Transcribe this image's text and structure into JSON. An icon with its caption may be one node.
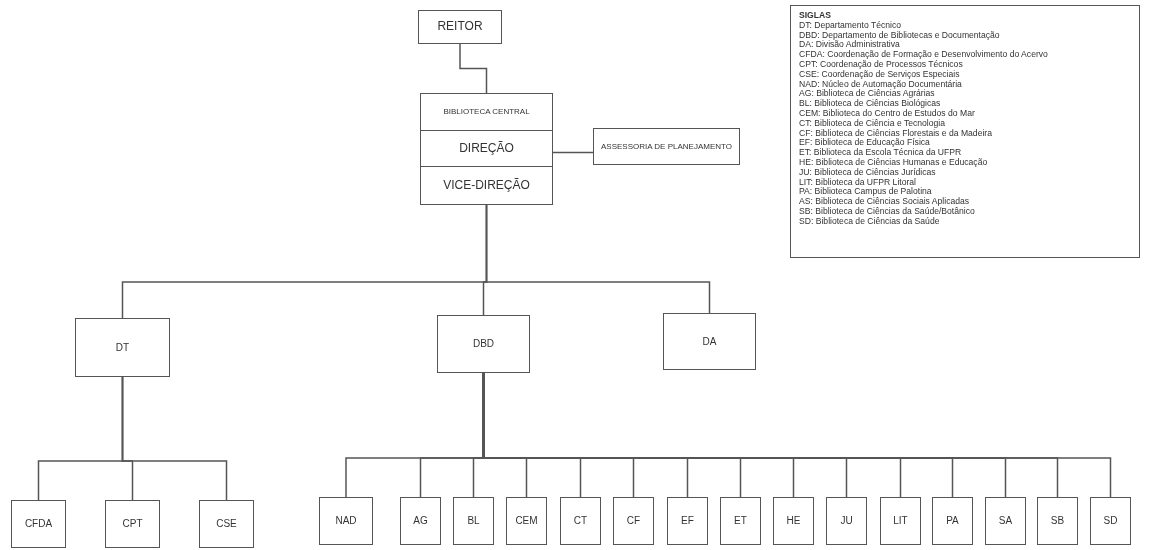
{
  "diagram": {
    "nodes": [
      {
        "text": [
          "REITOR"
        ]
      },
      {
        "text": [
          "BIBLIOTECA CENTRAL"
        ]
      },
      {
        "text": [
          "DIREÇÃO"
        ]
      },
      {
        "text": [
          "VICE-DIREÇÃO"
        ]
      },
      {
        "text": [
          "ASSESSORIA DE PLANEJAMENTO"
        ]
      },
      {
        "text": [
          "DT"
        ]
      },
      {
        "text": [
          "DBD"
        ]
      },
      {
        "text": [
          "DA"
        ]
      },
      {
        "text": [
          "CFDA"
        ]
      },
      {
        "text": [
          "CPT"
        ]
      },
      {
        "text": [
          "CSE"
        ]
      },
      {
        "text": [
          "NAD"
        ]
      },
      {
        "text": [
          "AG"
        ]
      },
      {
        "text": [
          "BL"
        ]
      },
      {
        "text": [
          "CEM"
        ]
      },
      {
        "text": [
          "CT"
        ]
      },
      {
        "text": [
          "CF"
        ]
      },
      {
        "text": [
          "EF"
        ]
      },
      {
        "text": [
          "ET"
        ]
      },
      {
        "text": [
          "HE"
        ]
      },
      {
        "text": [
          "JU"
        ]
      },
      {
        "text": [
          "LIT"
        ]
      },
      {
        "text": [
          "PA"
        ]
      },
      {
        "text": [
          "SA"
        ]
      },
      {
        "text": [
          "SB"
        ]
      },
      {
        "text": [
          "SD"
        ]
      },
      {
        "text": [
          "SIGLAS",
          "DT: Departamento Técnico",
          "DBD: Departamento de Bibliotecas e Documentação",
          "DA: Divisão Administrativa",
          "CFDA: Coordenação de Formação e Desenvolvimento do Acervo",
          "CPT: Coordenação de Processos Técnicos",
          "CSE: Coordenação de Serviços Especiais",
          "NAD: Núcleo de Automação Documentária",
          "AG: Biblioteca de Ciências Agrárias",
          "BL: Biblioteca de Ciências Biológicas",
          "CEM: Biblioteca do Centro de Estudos do Mar",
          "CT: Biblioteca de Ciência e Tecnologia",
          "CF: Biblioteca de Ciências Florestais e da Madeira",
          "EF: Biblioteca de Educação Física",
          "ET: Biblioteca da Escola Técnica da UFPR",
          "HE: Biblioteca de Ciências Humanas e Educação",
          "JU: Biblioteca de Ciências Jurídicas",
          "LIT: Biblioteca da UFPR Litoral",
          "PA: Biblioteca Campus de Palotina",
          "AS: Biblioteca de Ciências Sociais Aplicadas",
          "SB: Biblioteca de Ciências da Saúde/Botânico",
          "SD: Biblioteca de Ciências da Saúde"
        ]
      }
    ],
    "edges": [
      {
        "from": 0,
        "to": 1,
        "arrow": "none"
      },
      {
        "from": 2,
        "to": 4,
        "arrow": "none"
      },
      {
        "from": 3,
        "to": 5,
        "arrow": "none"
      },
      {
        "from": 3,
        "to": 6,
        "arrow": "none"
      },
      {
        "from": 3,
        "to": 7,
        "arrow": "none"
      },
      {
        "from": 5,
        "to": 8,
        "arrow": "none"
      },
      {
        "from": 5,
        "to": 9,
        "arrow": "none"
      },
      {
        "from": 5,
        "to": 10,
        "arrow": "none"
      },
      {
        "from": 6,
        "to": 11,
        "arrow": "none"
      },
      {
        "from": 6,
        "to": 12,
        "arrow": "none"
      },
      {
        "from": 6,
        "to": 13,
        "arrow": "none"
      },
      {
        "from": 6,
        "to": 14,
        "arrow": "none"
      },
      {
        "from": 6,
        "to": 15,
        "arrow": "none"
      },
      {
        "from": 6,
        "to": 16,
        "arrow": "none"
      },
      {
        "from": 6,
        "to": 17,
        "arrow": "none"
      },
      {
        "from": 6,
        "to": 18,
        "arrow": "none"
      },
      {
        "from": 6,
        "to": 19,
        "arrow": "none"
      },
      {
        "from": 6,
        "to": 20,
        "arrow": "none"
      },
      {
        "from": 6,
        "to": 21,
        "arrow": "none"
      },
      {
        "from": 6,
        "to": 22,
        "arrow": "none"
      },
      {
        "from": 6,
        "to": 23,
        "arrow": "none"
      },
      {
        "from": 6,
        "to": 24,
        "arrow": "none"
      },
      {
        "from": 6,
        "to": 25,
        "arrow": "none"
      }
    ]
  }
}
